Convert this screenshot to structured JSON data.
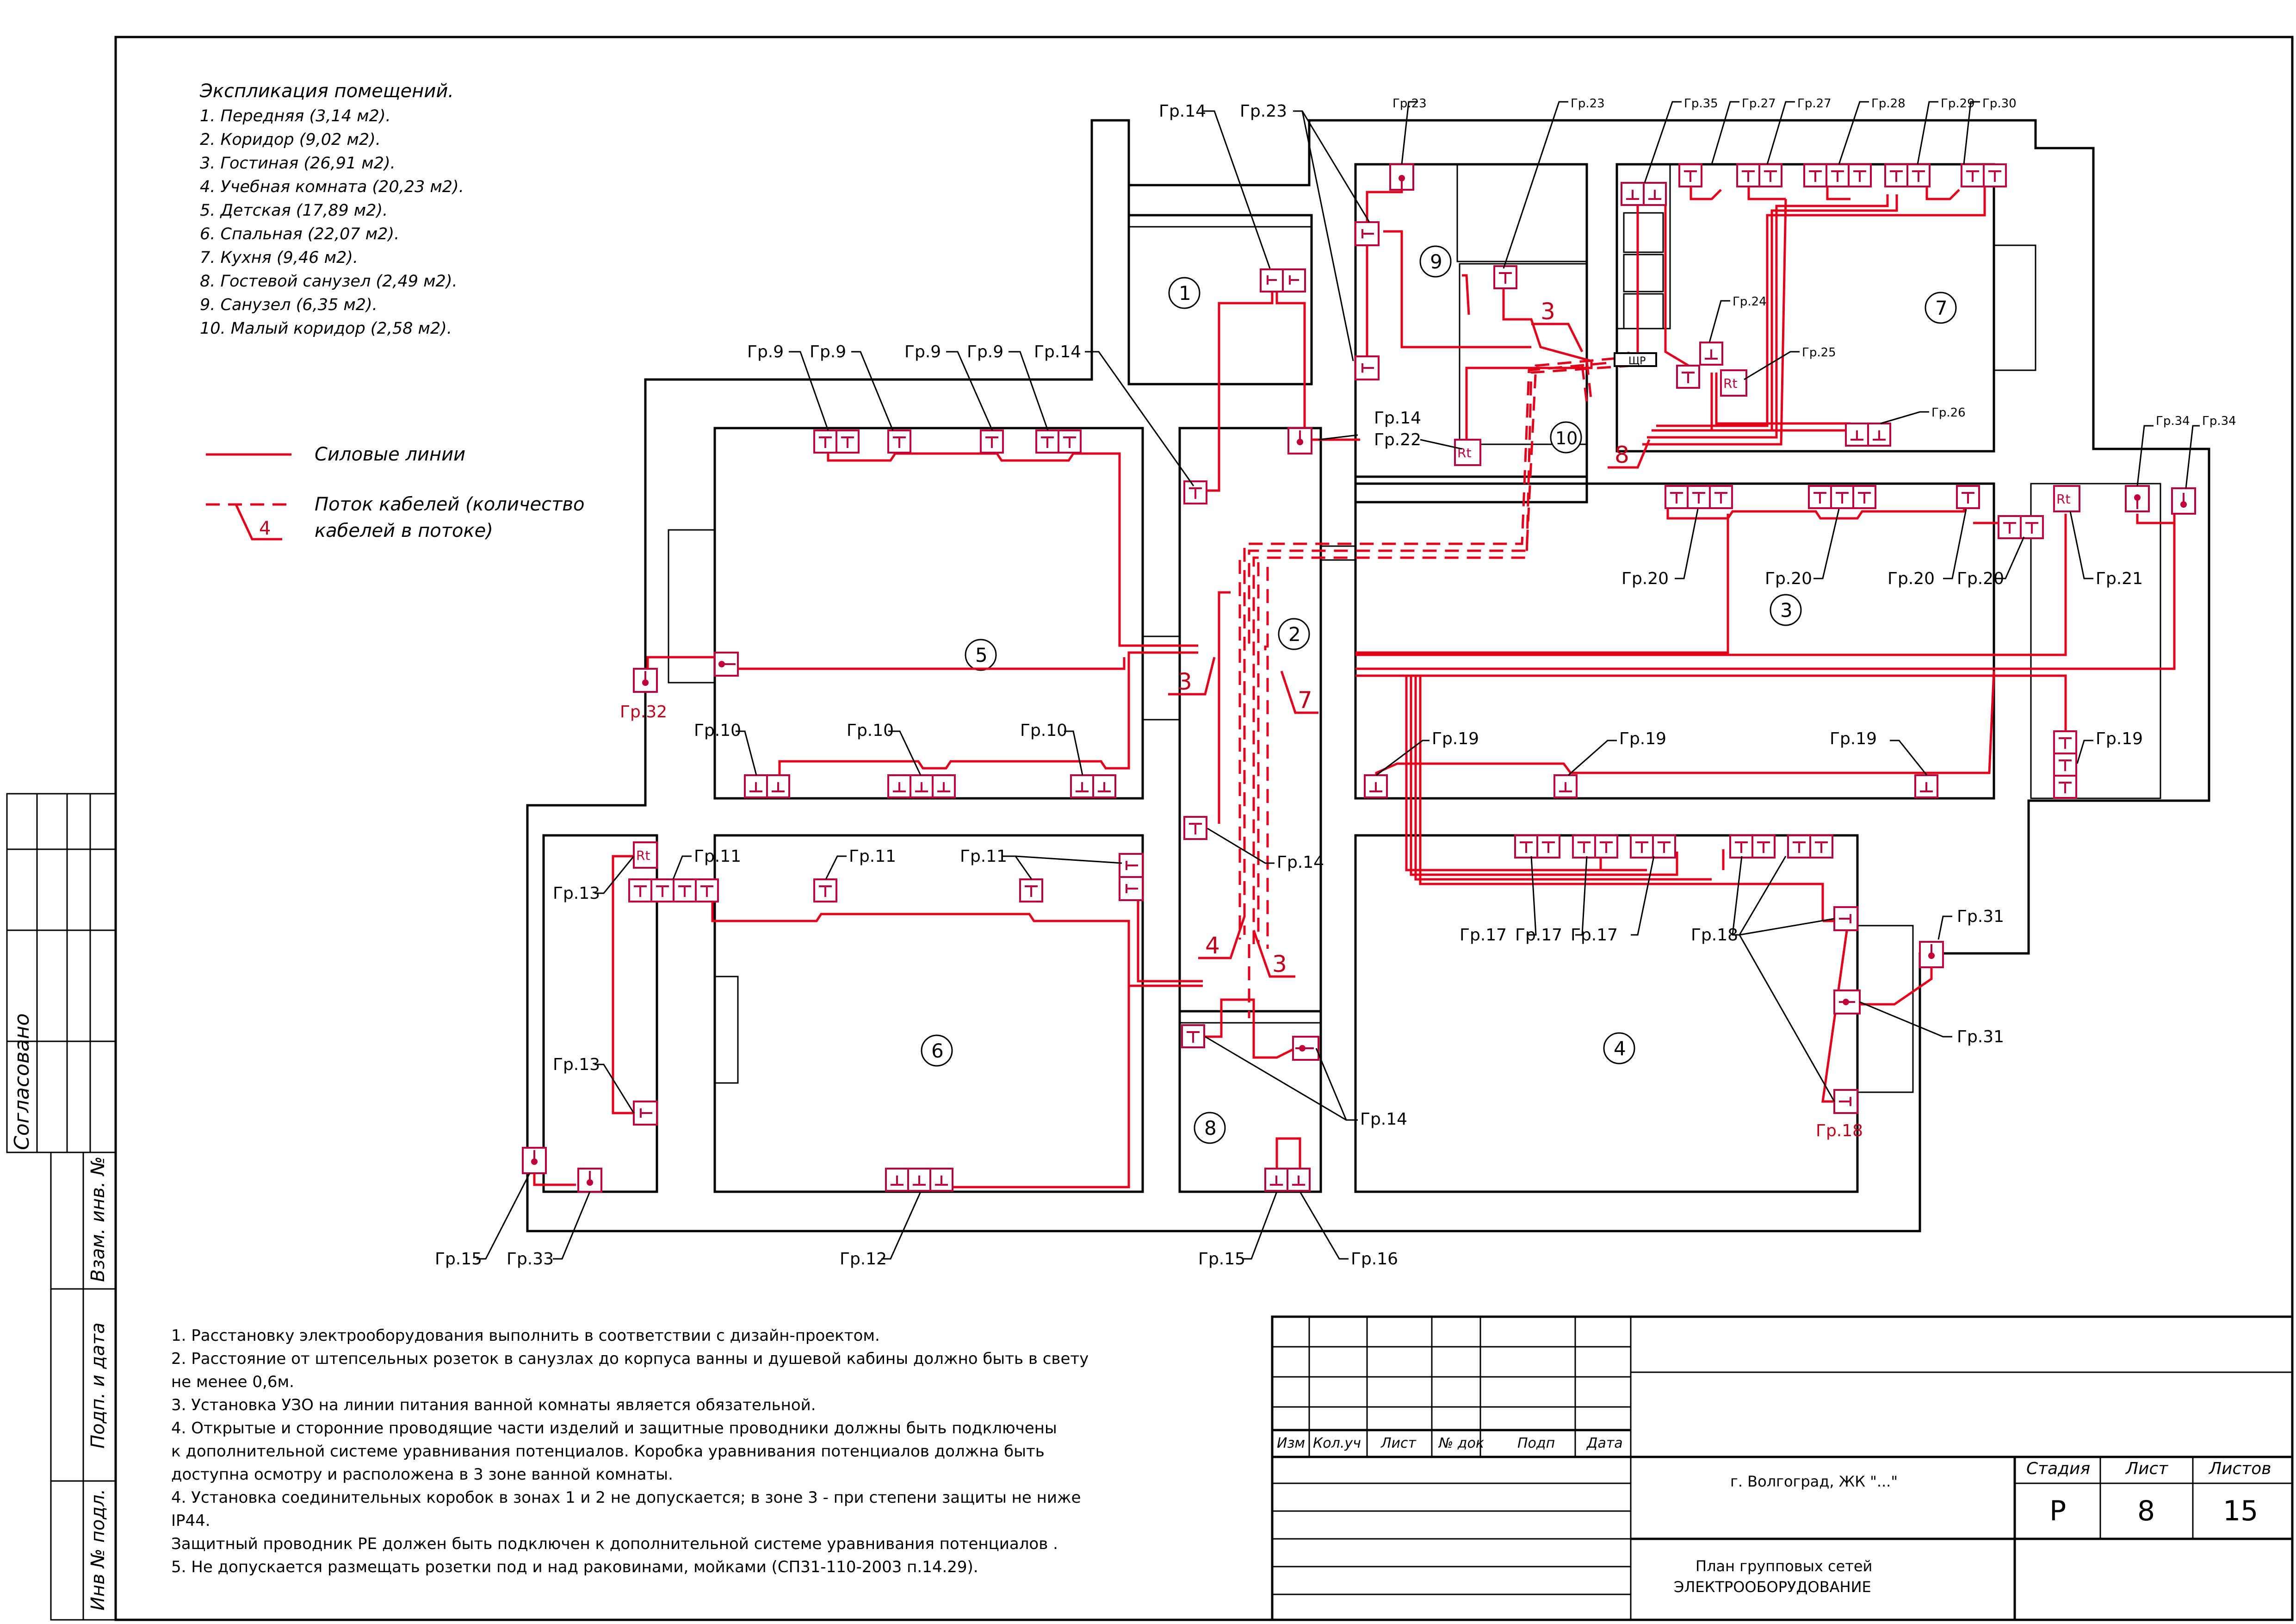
{
  "explication": {
    "title": "Экспликация помещений.",
    "rooms": [
      "1. Передняя (3,14 м2).",
      "2. Коридор (9,02 м2).",
      "3. Гостиная (26,91 м2).",
      "4. Учебная комната (20,23 м2).",
      "5. Детская (17,89 м2).",
      "6. Спальная (22,07 м2).",
      "7. Кухня (9,46 м2).",
      "8. Гостевой санузел (2,49 м2).",
      "9. Санузел (6,35 м2).",
      "10. Малый коридор (2,58 м2)."
    ]
  },
  "legend": {
    "power_lines": "Силовые линии",
    "cable_flow_line1": "Поток кабелей (количество",
    "cable_flow_line2": "кабелей в потоке)",
    "cable_flow_count": "4"
  },
  "room_numbers": [
    "1",
    "2",
    "3",
    "4",
    "5",
    "6",
    "7",
    "8",
    "9",
    "10"
  ],
  "flow_counts": [
    "3",
    "8",
    "3",
    "7",
    "4",
    "3"
  ],
  "group_labels": {
    "g9": "Гр.9",
    "g10": "Гр.10",
    "g11": "Гр.11",
    "g12": "Гр.12",
    "g13": "Гр.13",
    "g14": "Гр.14",
    "g15": "Гр.15",
    "g16": "Гр.16",
    "g17": "Гр.17",
    "g18": "Гр.18",
    "g19": "Гр.19",
    "g20": "Гр.20",
    "g21": "Гр.21",
    "g22": "Гр.22",
    "g23": "Гр.23",
    "g24": "Гр.24",
    "g25": "Гр.25",
    "g26": "Гр.26",
    "g27": "Гр.27",
    "g28": "Гр.28",
    "g29": "Гр.29",
    "g30": "Гр.30",
    "g31": "Гр.31",
    "g32": "Гр.32",
    "g33": "Гр.33",
    "g34": "Гр.34",
    "g35": "Гр.35"
  },
  "panel_label": "ЩР",
  "rt_label": "Rt",
  "notes": [
    "1. Расстановку электрооборудования выполнить в соответствии с дизайн-проектом.",
    "2. Расстояние от штепсельных розеток в санузлах до корпуса ванны и душевой кабины должно быть в свету",
    "не менее 0,6м.",
    "3. Установка УЗО на линии питания ванной комнаты является обязательной.",
    "4. Открытые и сторонние проводящие части изделий и защитные проводники должны быть подключены",
    "к дополнительной системе уравнивания потенциалов. Коробка уравнивания потенциалов должна быть",
    "доступна осмотру и расположена в 3 зоне ванной комнаты.",
    "4. Установка соединительных коробок в зонах 1 и 2 не допускается; в зоне 3 - при степени защиты не ниже",
    "IP44.",
    "Защитный проводник PE должен быть подключен к дополнительной системе уравнивания потенциалов .",
    "5. Не допускается размещать розетки под и над раковинами, мойками (СП31-110-2003 п.14.29)."
  ],
  "side_stamp": {
    "agreed": "Согласовано",
    "vzam": "Взам. инв. №",
    "podp": "Подп. и дата",
    "inv": "Инв № подл."
  },
  "title_block": {
    "headers": [
      "Изм",
      "Кол.уч",
      "Лист",
      "№ док",
      "Подп",
      "Дата"
    ],
    "address": "г. Волгоград, ЖК \"...\"",
    "stage_label": "Стадия",
    "sheet_label": "Лист",
    "sheets_label": "Листов",
    "stage": "Р",
    "sheet": "8",
    "sheets": "15",
    "title_line1": "План групповых сетей",
    "title_line2": "ЭЛЕКТРООБОРУДОВАНИЕ"
  }
}
